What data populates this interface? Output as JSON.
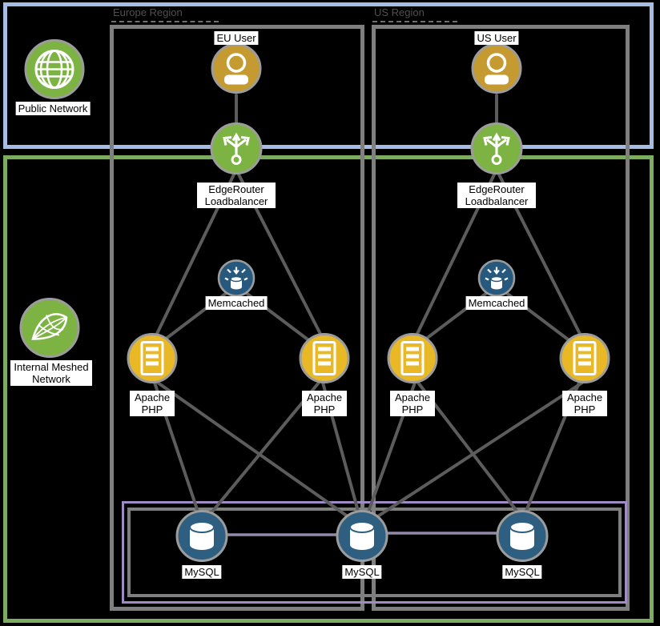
{
  "sections": {
    "public_network": {
      "label": "Public Network",
      "icon": "globe-icon",
      "border_color": "#a7bce4"
    },
    "internal_network": {
      "label": "Internal Meshed Network",
      "icon": "mesh-network-icon",
      "border_color": "#7dab60"
    }
  },
  "regions": [
    {
      "label": "Europe Region"
    },
    {
      "label": "US Region"
    }
  ],
  "nodes": {
    "eu_user": {
      "label": "EU User",
      "icon": "user-icon"
    },
    "us_user": {
      "label": "US User",
      "icon": "user-icon"
    },
    "eu_router": {
      "label": "EdgeRouter Loadbalancer",
      "icon": "load-balancer-icon"
    },
    "us_router": {
      "label": "EdgeRouter Loadbalancer",
      "icon": "load-balancer-icon"
    },
    "eu_memcached": {
      "label": "Memcached",
      "icon": "cache-icon"
    },
    "us_memcached": {
      "label": "Memcached",
      "icon": "cache-icon"
    },
    "eu_apache_1": {
      "label": "Apache PHP",
      "icon": "server-icon"
    },
    "eu_apache_2": {
      "label": "Apache PHP",
      "icon": "server-icon"
    },
    "us_apache_1": {
      "label": "Apache PHP",
      "icon": "server-icon"
    },
    "us_apache_2": {
      "label": "Apache PHP",
      "icon": "server-icon"
    },
    "mysql_1": {
      "label": "MySQL",
      "icon": "database-icon"
    },
    "mysql_2": {
      "label": "MySQL",
      "icon": "database-icon"
    },
    "mysql_3": {
      "label": "MySQL",
      "icon": "database-icon"
    }
  },
  "colors": {
    "user_fill": "#c59a30",
    "green_fill": "#7cb342",
    "apache_fill": "#e9b826",
    "db_fill": "#2e5f80",
    "cache_fill": "#27587d",
    "ring": "#9c9c9c",
    "public_border": "#a7bce4",
    "internal_border": "#7dab60",
    "region_border": "#7f7f7f",
    "cluster_outer": "#a18bc5",
    "cluster_inner": "#7f7f7f",
    "wire": "#5c5c5c",
    "dblink": "#9489a8",
    "region_label": "#4f4f4f"
  }
}
